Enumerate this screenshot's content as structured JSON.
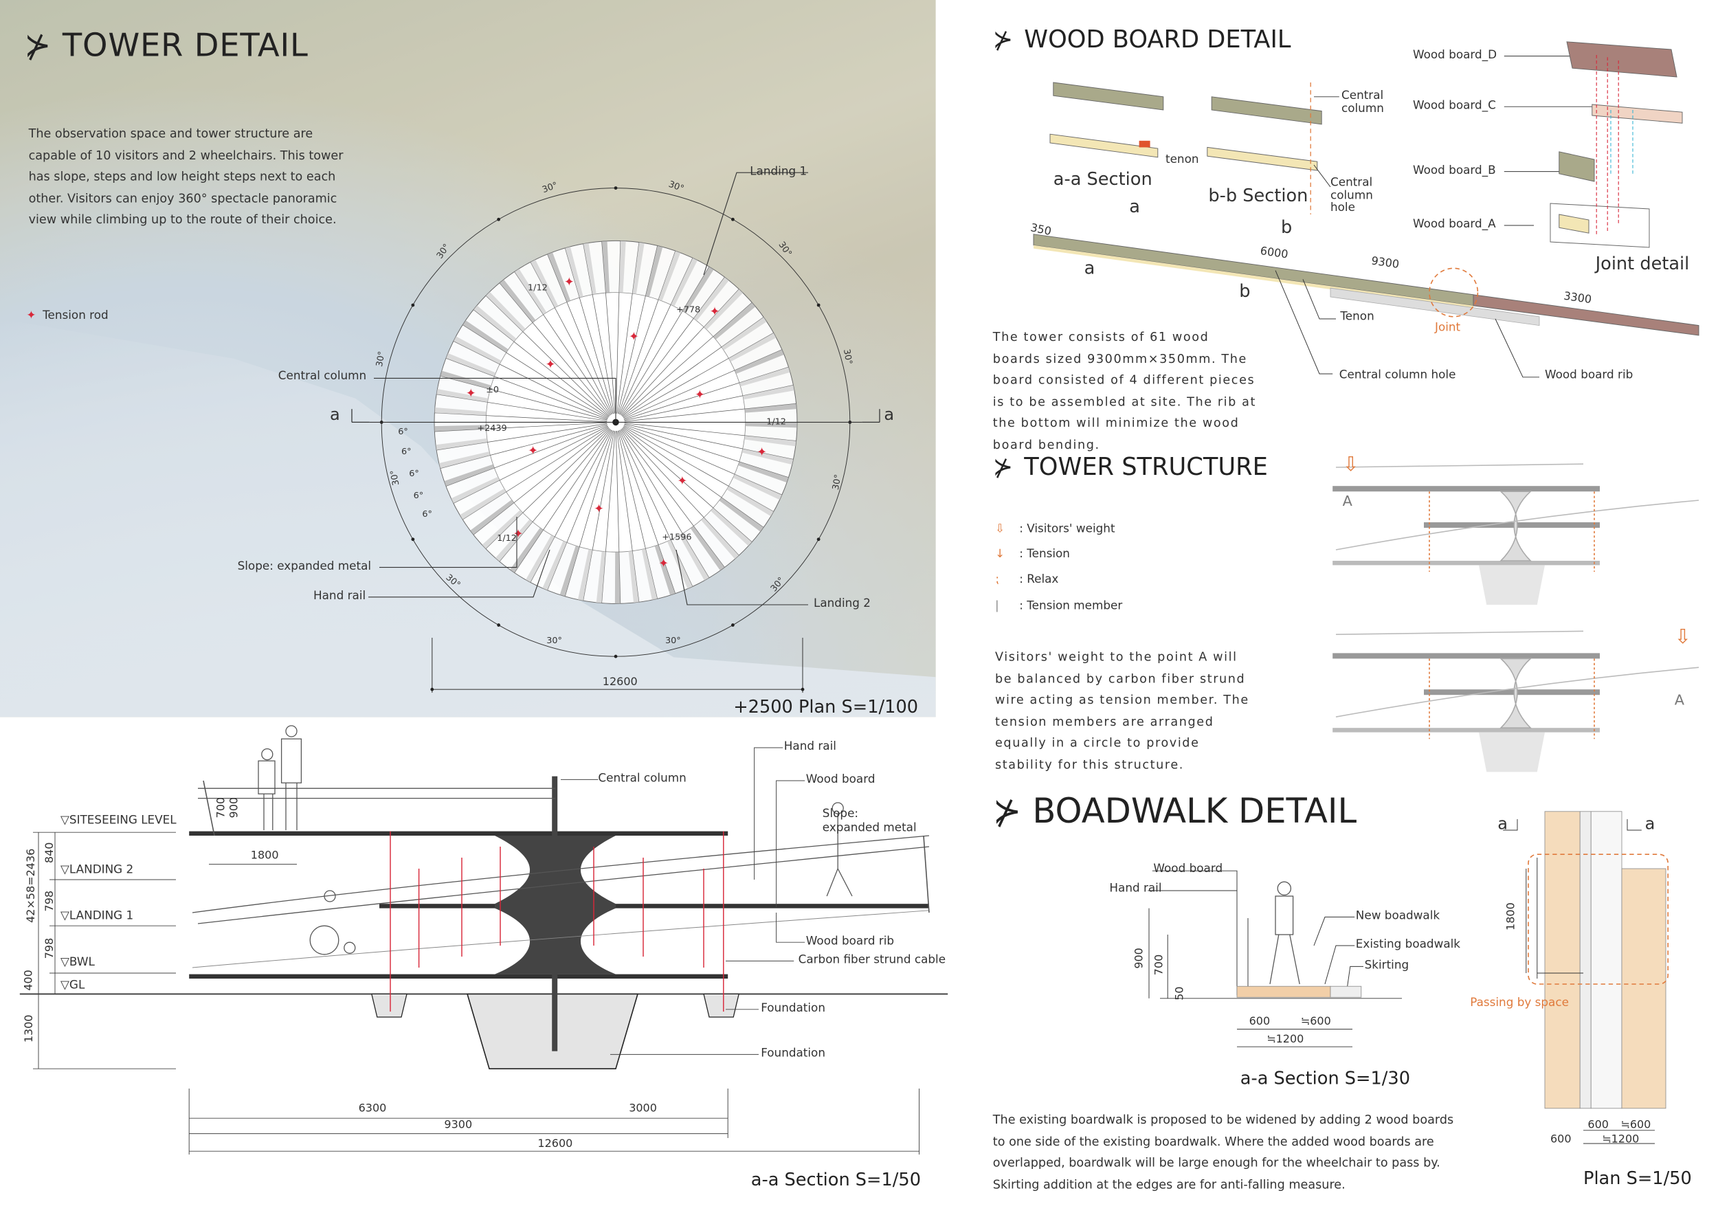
{
  "tower_detail": {
    "title": "TOWER DETAIL",
    "description": "The observation space and tower structure are capable of 10 visitors and 2 wheelchairs. This tower has slope, steps and low height steps next to each other. Visitors can enjoy 360°  spectacle panoramic view while climbing up to the route of their choice.",
    "legend_tension_rod": "Tension rod",
    "plan": {
      "caption": "+2500 Plan   S=1/100",
      "labels": {
        "landing1": "Landing 1",
        "landing2": "Landing 2",
        "central_column": "Central column",
        "slope": "Slope: expanded metal",
        "hand_rail": "Hand rail",
        "section_a_left": "a",
        "section_a_right": "a",
        "slope_a": "1/12",
        "slope_b": "1/12",
        "slope_c": "1/12",
        "lvl_778": "+778",
        "lvl_0": "±0",
        "lvl_2439": "+2439",
        "lvl_1596": "+1596",
        "angle": "30°",
        "small_angle": "6°",
        "width": "12600"
      }
    }
  },
  "section": {
    "caption": "a-a Section   S=1/50",
    "labels": {
      "hand_rail": "Hand rail",
      "central_column": "Central column",
      "wood_board": "Wood board",
      "slope_1": "Slope:",
      "slope_2": "expanded metal",
      "wood_board_rib": "Wood board rib",
      "cable": "Carbon fiber strund cable",
      "foundation_1": "Foundation",
      "foundation_2": "Foundation"
    },
    "levels": [
      "▽SITESEEING LEVEL",
      "▽LANDING 2",
      "▽LANDING 1",
      "▽BWL",
      "▽GL"
    ],
    "dims_vertical": {
      "total": "42×58=2436",
      "d840": "840",
      "d798a": "798",
      "d798b": "798",
      "d400": "400",
      "d1300": "1300",
      "d700": "700",
      "d900": "900"
    },
    "dims_horizontal": {
      "d1800": "1800",
      "d6300": "6300",
      "d3000": "3000",
      "d9300": "9300",
      "d12600": "12600"
    }
  },
  "wood_board": {
    "title": "WOOD BOARD DETAIL",
    "labels": {
      "central_column": "Central column",
      "tenon": "tenon",
      "aa_section": "a-a Section",
      "bb_section": "b-b Section",
      "central_column_hole": "Central column hole",
      "a": "a",
      "b": "b",
      "d350": "350",
      "d6000": "6000",
      "d9300": "9300",
      "d3300": "3300",
      "tenon2": "Tenon",
      "joint": "Joint",
      "central_column_hole2": "Central column hole",
      "wood_board_rib": "Wood board rib",
      "board_d": "Wood board_D",
      "board_c": "Wood board_C",
      "board_b": "Wood board_B",
      "board_a": "Wood board_A",
      "joint_detail": "Joint detail"
    },
    "description": "The tower consists of 61 wood boards sized 9300mm×350mm. The board consisted of 4 different pieces is to be assembled at site. The rib at the bottom will minimize the wood board bending."
  },
  "tower_structure": {
    "title": "TOWER STRUCTURE",
    "legend": [
      {
        "icon": "hollow-down-arrow",
        "label": ": Visitors' weight"
      },
      {
        "icon": "down-arrow",
        "label": ": Tension"
      },
      {
        "icon": "dotted-curve",
        "label": ": Relax"
      },
      {
        "icon": "vertical-line",
        "label": ": Tension member"
      }
    ],
    "point_label": "A",
    "description": "Visitors' weight to the point A will be balanced by carbon fiber strund wire acting as tension member. The tension members are arranged equally in a circle to provide stability for this structure."
  },
  "boardwalk": {
    "title": "BOADWALK DETAIL",
    "section_labels": {
      "wood_board": "Wood board",
      "hand_rail": "Hand rail",
      "new": "New boadwalk",
      "existing": "Existing boadwalk",
      "skirting": "Skirting",
      "d900": "900",
      "d700": "700",
      "d50": "50",
      "d600": "600",
      "d600b": "≒600",
      "d1200": "≒1200"
    },
    "section_caption": "a-a Section S=1/30",
    "plan_labels": {
      "a": "a",
      "d1800": "1800",
      "passing": "Passing by space",
      "d600": "600",
      "d600b": "≒600",
      "d1200": "≒1200",
      "d600c": "600"
    },
    "plan_caption": "Plan S=1/50",
    "description": "The existing boardwalk is proposed to be widened by adding 2 wood boards to one side of the existing boardwalk. Where the added wood boards are overlapped, boardwalk will be large enough for the wheelchair to pass by. Skirting addition at the edges are for anti-falling measure."
  },
  "colors": {
    "accent_red": "#d8283a",
    "accent_orange": "#e07a3c",
    "wood": "#a9a98a",
    "wood_light": "#f3e6b5",
    "wood_dark": "#a8817a",
    "cyan": "#3bb7d6"
  }
}
